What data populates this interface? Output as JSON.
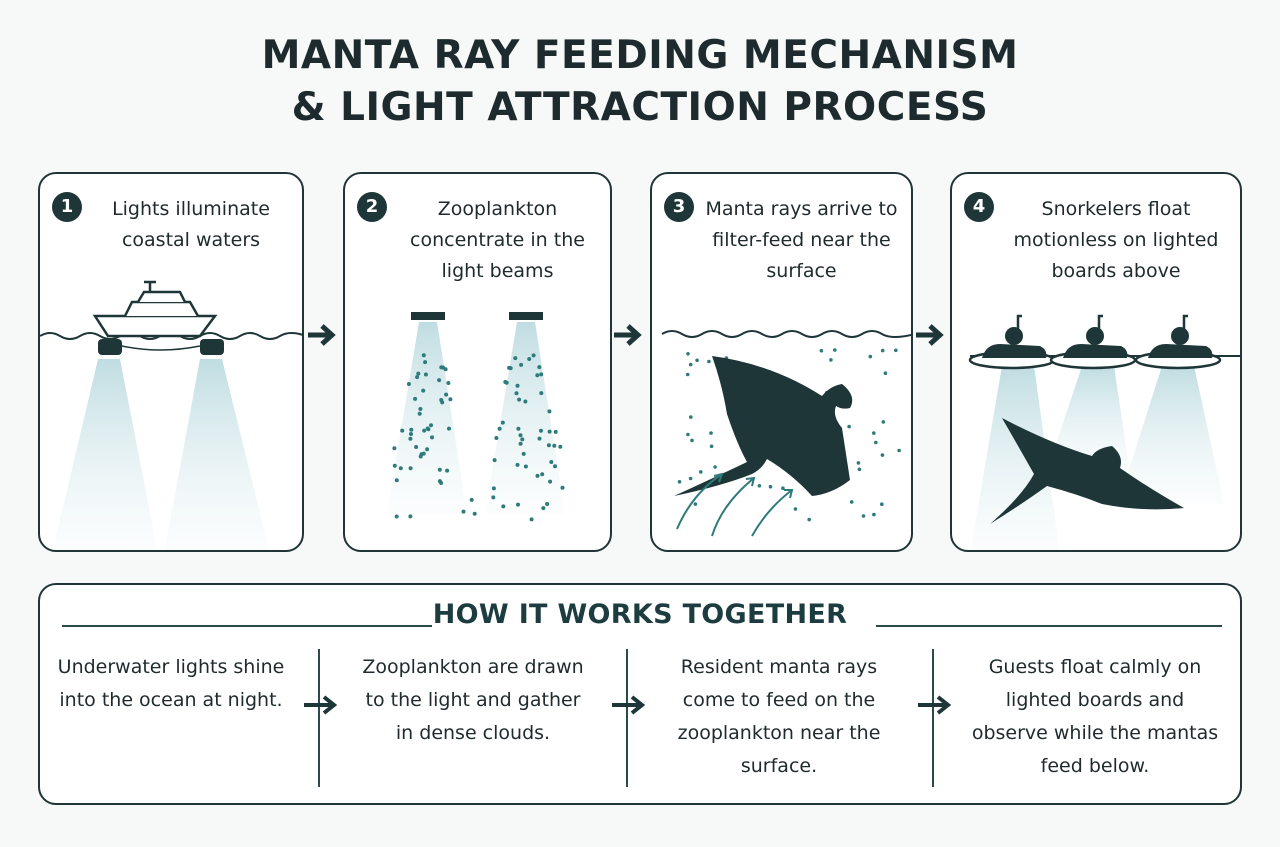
{
  "title": {
    "line1": "MANTA RAY FEEDING MECHANISM",
    "line2": "& LIGHT ATTRACTION PROCESS"
  },
  "steps": [
    {
      "number": "1",
      "text": "Lights illuminate coastal waters"
    },
    {
      "number": "2",
      "text": "Zooplankton concentrate in the light beams"
    },
    {
      "number": "3",
      "text": "Manta rays arrive to filter-feed near the surface"
    },
    {
      "number": "4",
      "text": "Snorkelers float motionless on lighted boards above"
    }
  ],
  "how_it_works": {
    "title": "HOW IT WORKS TOGETHER",
    "columns": [
      "Underwater lights shine into the ocean at night.",
      "Zooplankton are drawn to the light and gather in dense clouds.",
      "Resident manta rays come to feed on the zooplankton near the surface.",
      "Guests float calmly on lighted boards and observe while the mantas feed below."
    ]
  },
  "colors": {
    "dark": "#1e3638",
    "teal": "#2f7a7a",
    "light_beam": "#d9ecef",
    "background": "#f7f8f8"
  }
}
